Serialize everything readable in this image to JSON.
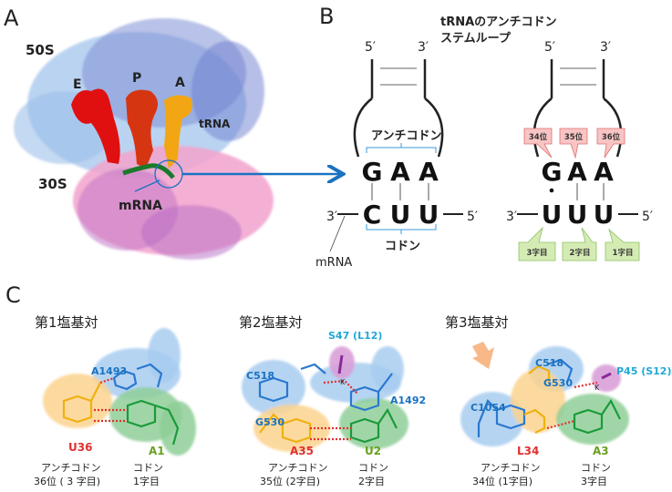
{
  "panel_a": {
    "label": "A",
    "subunit_large": "50S",
    "subunit_small": "30S",
    "site_e": "E",
    "site_p": "P",
    "site_a": "A",
    "trna": "tRNA",
    "mrna": "mRNA",
    "colors": {
      "large": "#8fb8e8",
      "small": "#f08cc0",
      "e_trna": "#e01010",
      "p_trna": "#d83010",
      "a_trna": "#f0a010",
      "mrna": "#1a7a2a",
      "arrow": "#1a72c0"
    }
  },
  "panel_b": {
    "label": "B",
    "title_line1": "tRNAのアンチコドン",
    "title_line2": "ステムループ",
    "left": {
      "five_prime": "5′",
      "three_prime": "3′",
      "anticodon_label": "アンチコドン",
      "anticodon": [
        "G",
        "A",
        "A"
      ],
      "codon": [
        "C",
        "U",
        "U"
      ],
      "mrna_three": "3′",
      "mrna_five": "5′",
      "codon_label": "コドン",
      "mrna_label": "mRNA"
    },
    "right": {
      "five_prime": "5′",
      "three_prime": "3′",
      "anticodon": [
        "G",
        "A",
        "A"
      ],
      "codon": [
        "U",
        "U",
        "U"
      ],
      "mrna_three": "3′",
      "mrna_five": "5′",
      "positions": [
        "34位",
        "35位",
        "36位"
      ],
      "codon_positions": [
        "3字目",
        "2字目",
        "1字目"
      ]
    }
  },
  "panel_c": {
    "label": "C",
    "pairs": [
      {
        "title": "第1塩基対",
        "residues": [
          "A1493"
        ],
        "anticodon_base": "U36",
        "codon_base": "A1",
        "anticodon_caption1": "アンチコドン",
        "anticodon_caption2": "36位 ( 3 字目)",
        "codon_caption1": "コドン",
        "codon_caption2": "1字目"
      },
      {
        "title": "第2塩基対",
        "protein": "S47 (L12)",
        "residues": [
          "C518",
          "A1492",
          "G530"
        ],
        "ion": "K",
        "anticodon_base": "A35",
        "codon_base": "U2",
        "anticodon_caption1": "アンチコドン",
        "anticodon_caption2": "35位 (2字目)",
        "codon_caption1": "コドン",
        "codon_caption2": "2字目"
      },
      {
        "title": "第3塩基対",
        "protein": "P45 (S12)",
        "residues": [
          "C518",
          "C1054",
          "G530"
        ],
        "ion": "K",
        "anticodon_base": "L34",
        "codon_base": "A3",
        "anticodon_caption1": "アンチコドン",
        "anticodon_caption2": "34位 (1字目)",
        "codon_caption1": "コドン",
        "codon_caption2": "3字目"
      }
    ]
  }
}
